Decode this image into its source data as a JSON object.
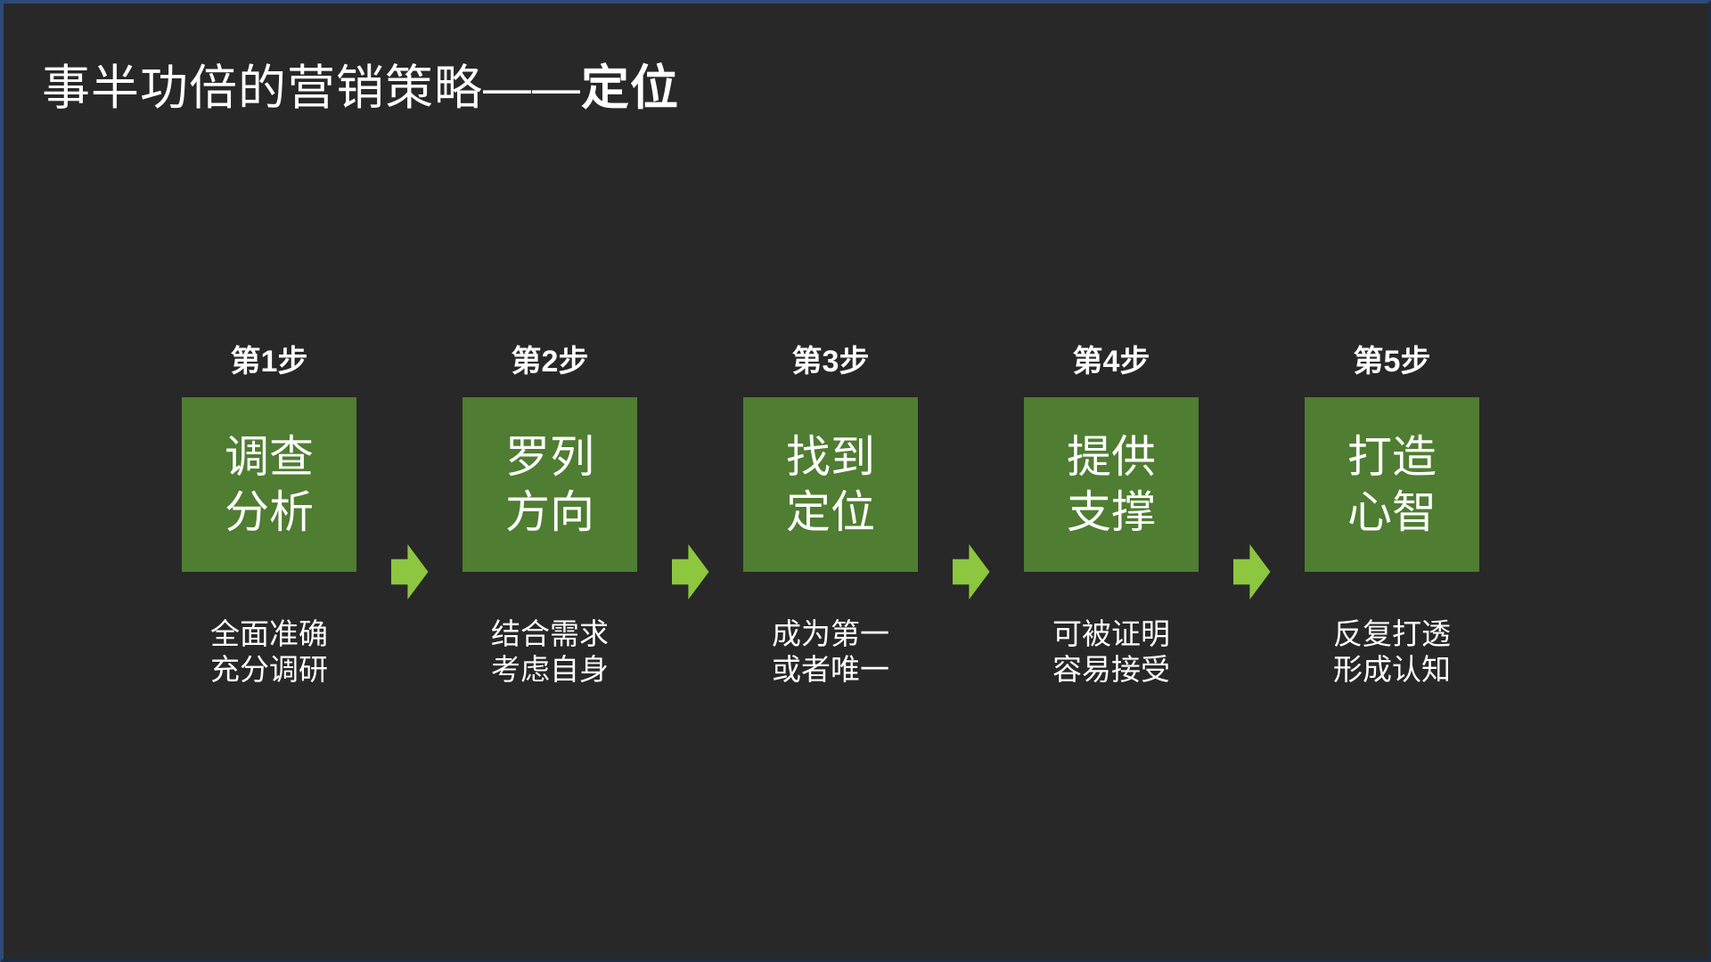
{
  "page": {
    "background_color": "#282828",
    "border_color": "#2c4a78"
  },
  "colors": {
    "box_green": "#4f7d31",
    "arrow_green": "#8dc63f",
    "text": "#ffffff"
  },
  "title": {
    "prefix": "事半功倍的营销策略——",
    "highlight": "定位"
  },
  "steps": [
    {
      "label": "第1步",
      "box_line1": "调查",
      "box_line2": "分析",
      "caption_line1": "全面准确",
      "caption_line2": "充分调研"
    },
    {
      "label": "第2步",
      "box_line1": "罗列",
      "box_line2": "方向",
      "caption_line1": "结合需求",
      "caption_line2": "考虑自身"
    },
    {
      "label": "第3步",
      "box_line1": "找到",
      "box_line2": "定位",
      "caption_line1": "成为第一",
      "caption_line2": "或者唯一"
    },
    {
      "label": "第4步",
      "box_line1": "提供",
      "box_line2": "支撑",
      "caption_line1": "可被证明",
      "caption_line2": "容易接受"
    },
    {
      "label": "第5步",
      "box_line1": "打造",
      "box_line2": "心智",
      "caption_line1": "反复打透",
      "caption_line2": "形成认知"
    }
  ]
}
